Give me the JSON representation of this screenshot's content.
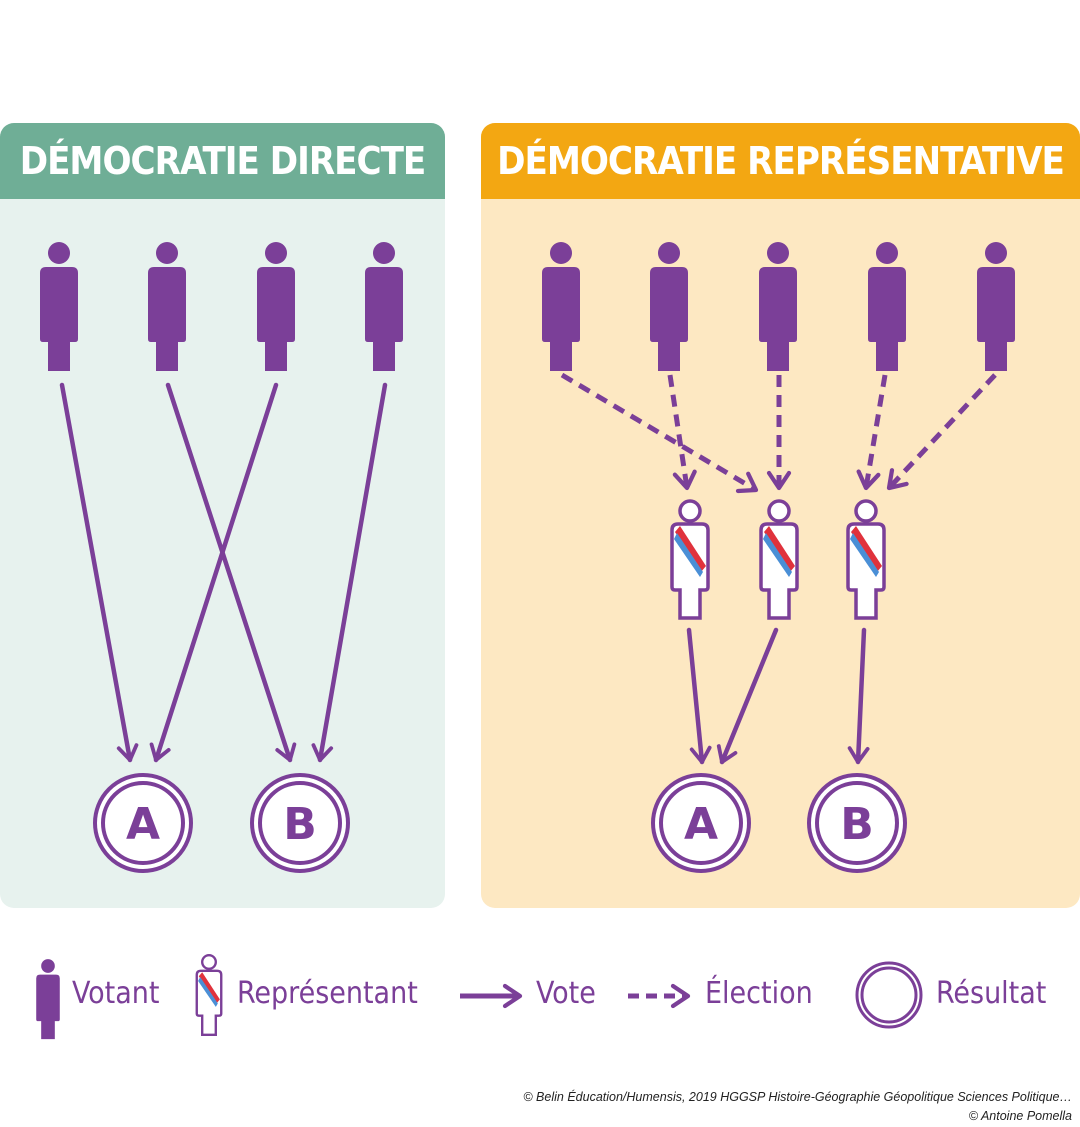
{
  "left_panel": {
    "title": "DÉMOCRATIE DIRECTE",
    "result_a": "A",
    "result_b": "B"
  },
  "right_panel": {
    "title": "DÉMOCRATIE REPRÉSENTATIVE",
    "result_a": "A",
    "result_b": "B"
  },
  "legend": {
    "voter": "Votant",
    "representative": "Représentant",
    "vote": "Vote",
    "election": "Élection",
    "result": "Résultat"
  },
  "credits": {
    "line1": "© Belin Éducation/Humensis, 2019 HGGSP Histoire-Géographie Géopolitique Sciences Politique…",
    "line2": "© Antoine Pomella"
  },
  "colors": {
    "purple": "#7b3f98",
    "green_header": "#6fae96",
    "green_bg": "#e7f2ee",
    "orange_header": "#f3a712",
    "orange_bg": "#fde8c2",
    "sash_red": "#e0323c",
    "sash_blue": "#4a8fd6"
  }
}
